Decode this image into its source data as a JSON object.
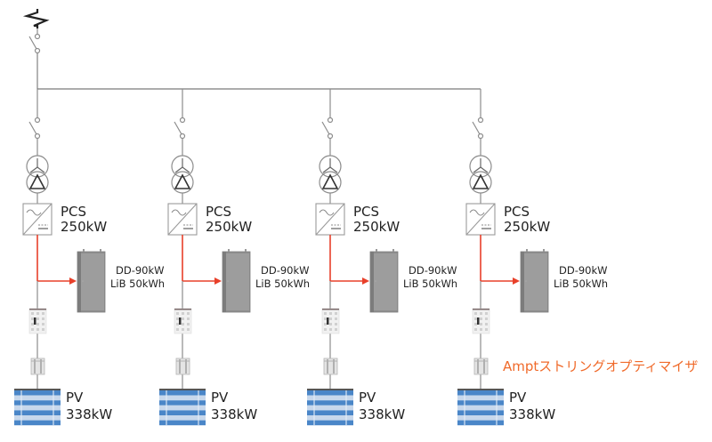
{
  "diagram": {
    "title": "",
    "colors": {
      "line": "#8c8c8c",
      "dc_link": "#e8402a",
      "pv_dark": "#4a86c8",
      "pv_light": "#c8d8ec",
      "cabinet": "#8e8e8e",
      "highlight_text": "#f06a2a"
    },
    "grid_source": {
      "icon": "lightning-bolt-icon"
    },
    "main_switch": {
      "icon": "disconnect-switch-icon"
    },
    "branches": [
      {
        "id": "branch-1",
        "switch_icon": "disconnect-switch-icon",
        "transformer_icon": "wye-delta-transformer-icon",
        "pcs": {
          "name": "PCS",
          "rating": "250kW",
          "icon": "inverter-icon"
        },
        "battery": {
          "line1": "DD-90kW",
          "line2": "LiB 50kWh",
          "icon": "battery-cabinet-icon"
        },
        "combiner_icon": "combiner-box-icon",
        "optimizer_icon": "string-optimizer-icon",
        "pv": {
          "name": "PV",
          "rating": "338kW",
          "icon": "solar-panel-icon"
        }
      },
      {
        "id": "branch-2",
        "switch_icon": "disconnect-switch-icon",
        "transformer_icon": "wye-delta-transformer-icon",
        "pcs": {
          "name": "PCS",
          "rating": "250kW",
          "icon": "inverter-icon"
        },
        "battery": {
          "line1": "DD-90kW",
          "line2": "LiB 50kWh",
          "icon": "battery-cabinet-icon"
        },
        "combiner_icon": "combiner-box-icon",
        "optimizer_icon": "string-optimizer-icon",
        "pv": {
          "name": "PV",
          "rating": "338kW",
          "icon": "solar-panel-icon"
        }
      },
      {
        "id": "branch-3",
        "switch_icon": "disconnect-switch-icon",
        "transformer_icon": "wye-delta-transformer-icon",
        "pcs": {
          "name": "PCS",
          "rating": "250kW",
          "icon": "inverter-icon"
        },
        "battery": {
          "line1": "DD-90kW",
          "line2": "LiB 50kWh",
          "icon": "battery-cabinet-icon"
        },
        "combiner_icon": "combiner-box-icon",
        "optimizer_icon": "string-optimizer-icon",
        "pv": {
          "name": "PV",
          "rating": "338kW",
          "icon": "solar-panel-icon"
        }
      },
      {
        "id": "branch-4",
        "switch_icon": "disconnect-switch-icon",
        "transformer_icon": "wye-delta-transformer-icon",
        "pcs": {
          "name": "PCS",
          "rating": "250kW",
          "icon": "inverter-icon"
        },
        "battery": {
          "line1": "DD-90kW",
          "line2": "LiB 50kWh",
          "icon": "battery-cabinet-icon"
        },
        "combiner_icon": "combiner-box-icon",
        "optimizer_icon": "string-optimizer-icon",
        "pv": {
          "name": "PV",
          "rating": "338kW",
          "icon": "solar-panel-icon"
        }
      }
    ],
    "optimizer_callout": "Amptストリングオプティマイザ"
  }
}
